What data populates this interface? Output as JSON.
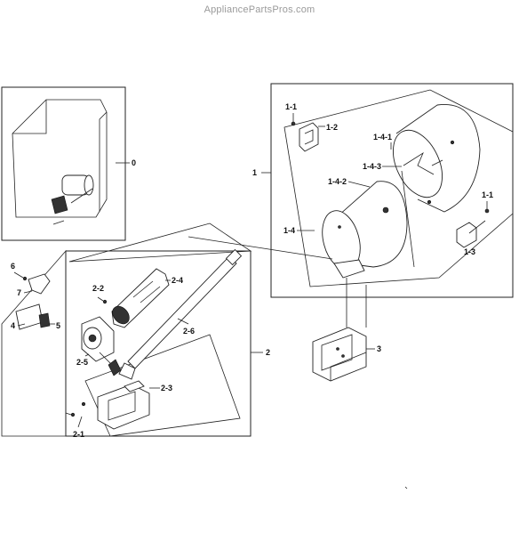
{
  "watermark": "AppliancePartsPros.com",
  "callouts": {
    "c0": "0",
    "c1": "1",
    "c1_1a": "1-1",
    "c1_2": "1-2",
    "c1_4_1": "1-4-1",
    "c1_4_3": "1-4-3",
    "c1_4_2": "1-4-2",
    "c1_1b": "1-1",
    "c1_4": "1-4",
    "c1_3": "1-3",
    "c3": "3",
    "c6": "6",
    "c7": "7",
    "c4": "4",
    "c5": "5",
    "c2_2": "2-2",
    "c2_4": "2-4",
    "c2_6": "2-6",
    "c2": "2",
    "c2_5": "2-5",
    "c2_3": "2-3",
    "c2_1": "2-1"
  }
}
